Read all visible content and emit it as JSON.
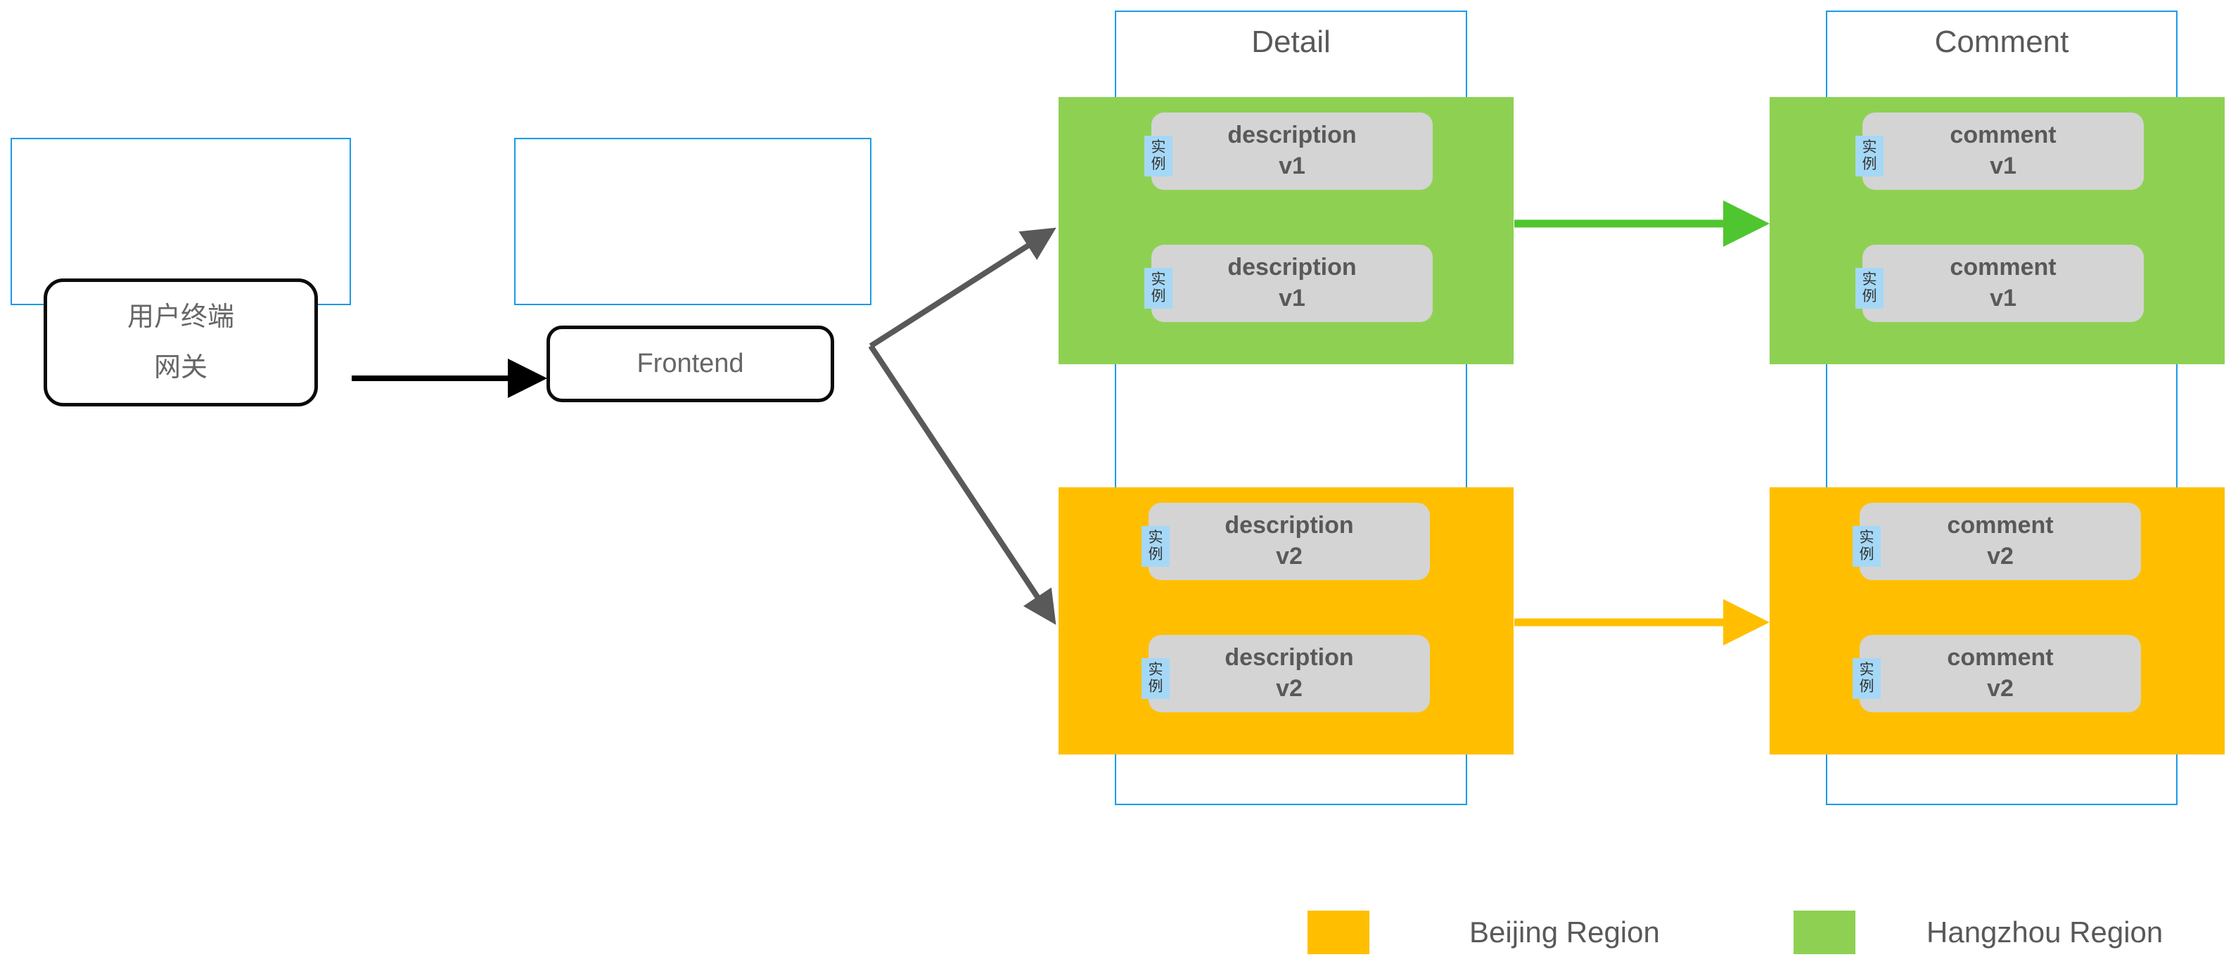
{
  "diagram": {
    "title": "",
    "colors": {
      "green_region": "#8ed152",
      "orange_region": "#ffbf00",
      "container_border": "#1a9ae8",
      "badge_bg": "#a5d8f7",
      "card_bg": "#d4d4d4",
      "arrow_gray": "#595959",
      "arrow_black": "#000000"
    }
  },
  "containers": [
    {
      "id": "client",
      "title": ""
    },
    {
      "id": "frontend",
      "title": ""
    },
    {
      "id": "detail",
      "title": "Detail"
    },
    {
      "id": "comment",
      "title": "Comment"
    }
  ],
  "nodes": {
    "client": {
      "label": "用户终端\n网关"
    },
    "frontend": {
      "label": "Frontend"
    }
  },
  "badge": {
    "char1": "实",
    "char2": "例"
  },
  "cards": {
    "detail_v1_a": {
      "label": "description\nv1",
      "region": "Hangzhou Region"
    },
    "detail_v1_b": {
      "label": "description\nv1",
      "region": "Hangzhou Region"
    },
    "detail_v2_a": {
      "label": "description\nv2",
      "region": "Beijing Region"
    },
    "detail_v2_b": {
      "label": "description\nv2",
      "region": "Beijing Region"
    },
    "comment_v1_a": {
      "label": "comment\nv1",
      "region": "Hangzhou Region"
    },
    "comment_v1_b": {
      "label": "comment\nv1",
      "region": "Hangzhou Region"
    },
    "comment_v2_a": {
      "label": "comment\nv2",
      "region": "Beijing Region"
    },
    "comment_v2_b": {
      "label": "comment\nv2",
      "region": "Beijing Region"
    }
  },
  "legend": {
    "items": [
      {
        "label": "Beijing Region",
        "color": "#ffbf00"
      },
      {
        "label": "Hangzhou Region",
        "color": "#8ed152"
      }
    ]
  }
}
